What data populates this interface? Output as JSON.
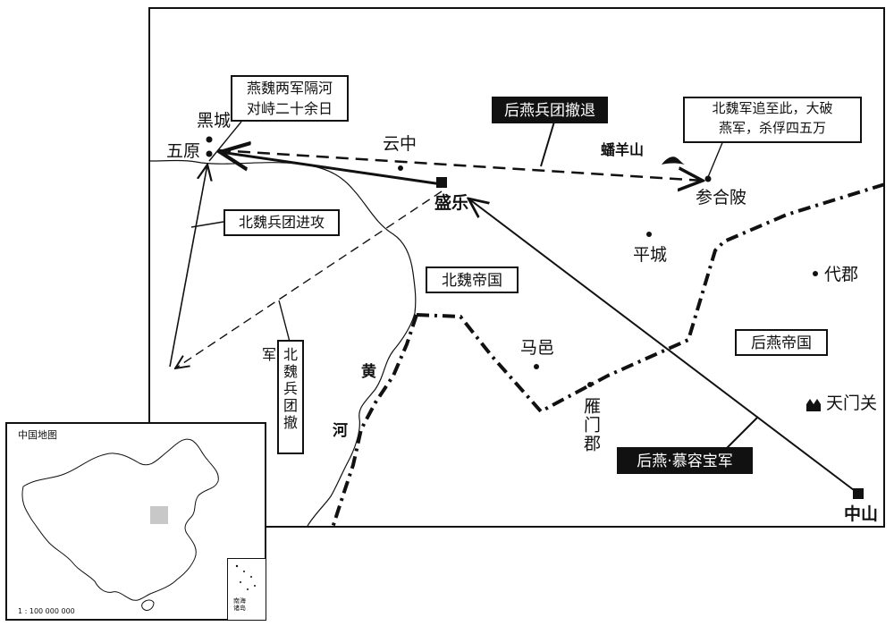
{
  "places": {
    "heicheng": "黑城",
    "wuyuan": "五原",
    "yunzhong": "云中",
    "shengle": "盛乐",
    "canhebei": "参合陂",
    "pingcheng": "平城",
    "daijun": "代郡",
    "mayi": "马邑",
    "yanmenjun": "雁门郡",
    "tianmenguan": "天门关",
    "zhongshan": "中山",
    "panyangshan": "蟠羊山",
    "huanghe_1": "黄",
    "huanghe_2": "河"
  },
  "regions": {
    "bei_wei": "北魏帝国",
    "hou_yan": "后燕帝国"
  },
  "callouts": {
    "standoff_line1": "燕魏两军隔河",
    "standoff_line2": "对峙二十余日",
    "retreat": "后燕兵团撤退",
    "victory_line1": "北魏军追至此，大破",
    "victory_line2": "燕军，杀俘四五万",
    "wei_attack": "北魏兵团进攻",
    "wei_withdraw": "北魏兵团撤军",
    "yan_army": "后燕·慕容宝军"
  },
  "inset": {
    "title": "中国地图",
    "scale": "1 : 100 000 000",
    "south_sea_line1": "南海",
    "south_sea_line2": "诸岛"
  },
  "colors": {
    "ink": "#111111",
    "paper": "#ffffff",
    "highlight": "#c8c8c8"
  },
  "icons": {
    "city_marker": "square-city-icon",
    "town_marker": "dot-town-icon",
    "pass_marker": "pass-icon",
    "mountain_marker": "mountain-icon"
  }
}
